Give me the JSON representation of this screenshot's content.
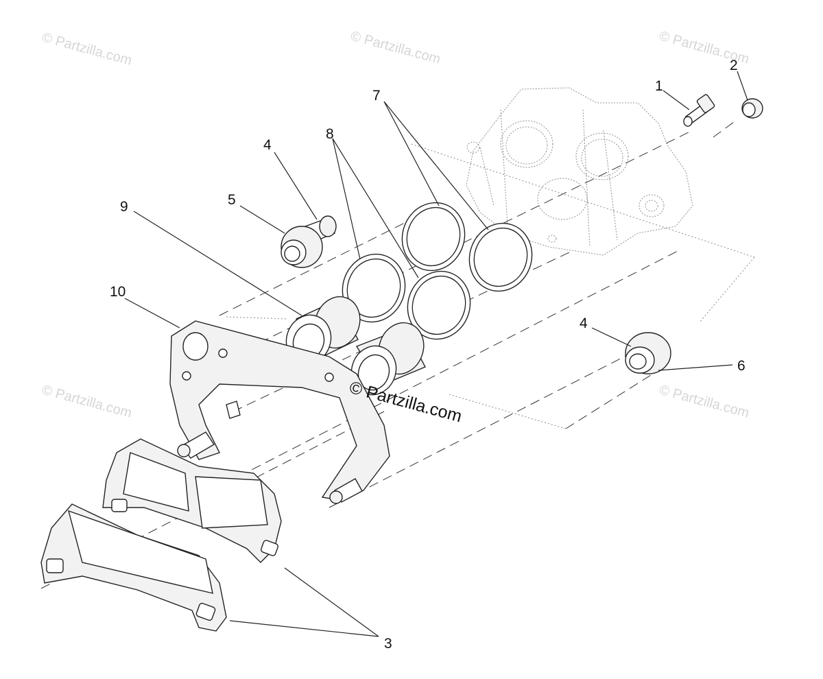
{
  "watermarks": {
    "corner": "© Partzilla.com",
    "center": "© Partzilla.com"
  },
  "callouts": {
    "c1": "1",
    "c2": "2",
    "c3": "3",
    "c4a": "4",
    "c4b": "4",
    "c5": "5",
    "c6": "6",
    "c7": "7",
    "c8": "8",
    "c9": "9",
    "c10": "10"
  },
  "colors": {
    "line": "#222222",
    "watermark": "#d6d6d6",
    "background": "#ffffff"
  }
}
